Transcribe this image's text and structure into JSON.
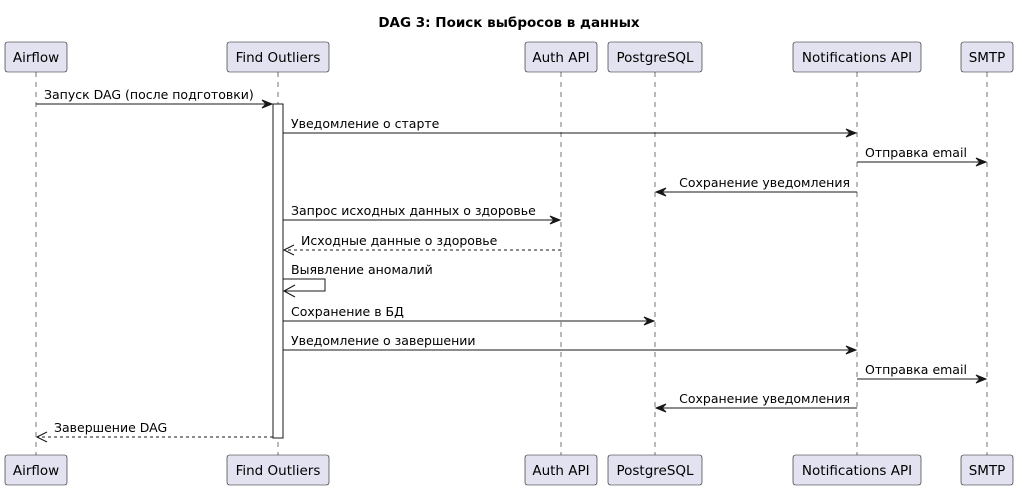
{
  "title": "DAG 3: Поиск выбросов в данных",
  "participants": [
    {
      "id": "airflow",
      "label": "Airflow"
    },
    {
      "id": "find_outliers",
      "label": "Find Outliers"
    },
    {
      "id": "auth_api",
      "label": "Auth API"
    },
    {
      "id": "postgresql",
      "label": "PostgreSQL"
    },
    {
      "id": "notifications_api",
      "label": "Notifications API"
    },
    {
      "id": "smtp",
      "label": "SMTP"
    }
  ],
  "messages": [
    {
      "from": "airflow",
      "to": "find_outliers",
      "label": "Запуск DAG (после подготовки)",
      "style": "sync"
    },
    {
      "from": "find_outliers",
      "to": "notifications_api",
      "label": "Уведомление о старте",
      "style": "sync"
    },
    {
      "from": "notifications_api",
      "to": "smtp",
      "label": "Отправка email",
      "style": "sync"
    },
    {
      "from": "notifications_api",
      "to": "postgresql",
      "label": "Сохранение уведомления",
      "style": "sync"
    },
    {
      "from": "find_outliers",
      "to": "auth_api",
      "label": "Запрос исходных данных о здоровье",
      "style": "sync"
    },
    {
      "from": "auth_api",
      "to": "find_outliers",
      "label": "Исходные данные о здоровье",
      "style": "reply"
    },
    {
      "from": "find_outliers",
      "to": "find_outliers",
      "label": "Выявление аномалий",
      "style": "self"
    },
    {
      "from": "find_outliers",
      "to": "postgresql",
      "label": "Сохранение в БД",
      "style": "sync"
    },
    {
      "from": "find_outliers",
      "to": "notifications_api",
      "label": "Уведомление о завершении",
      "style": "sync"
    },
    {
      "from": "notifications_api",
      "to": "smtp",
      "label": "Отправка email",
      "style": "sync"
    },
    {
      "from": "notifications_api",
      "to": "postgresql",
      "label": "Сохранение уведомления",
      "style": "sync"
    },
    {
      "from": "find_outliers",
      "to": "airflow",
      "label": "Завершение DAG",
      "style": "reply"
    }
  ],
  "colors": {
    "participant_fill": "#E2E2F0",
    "line": "#181818",
    "background": "#FFFFFF"
  }
}
